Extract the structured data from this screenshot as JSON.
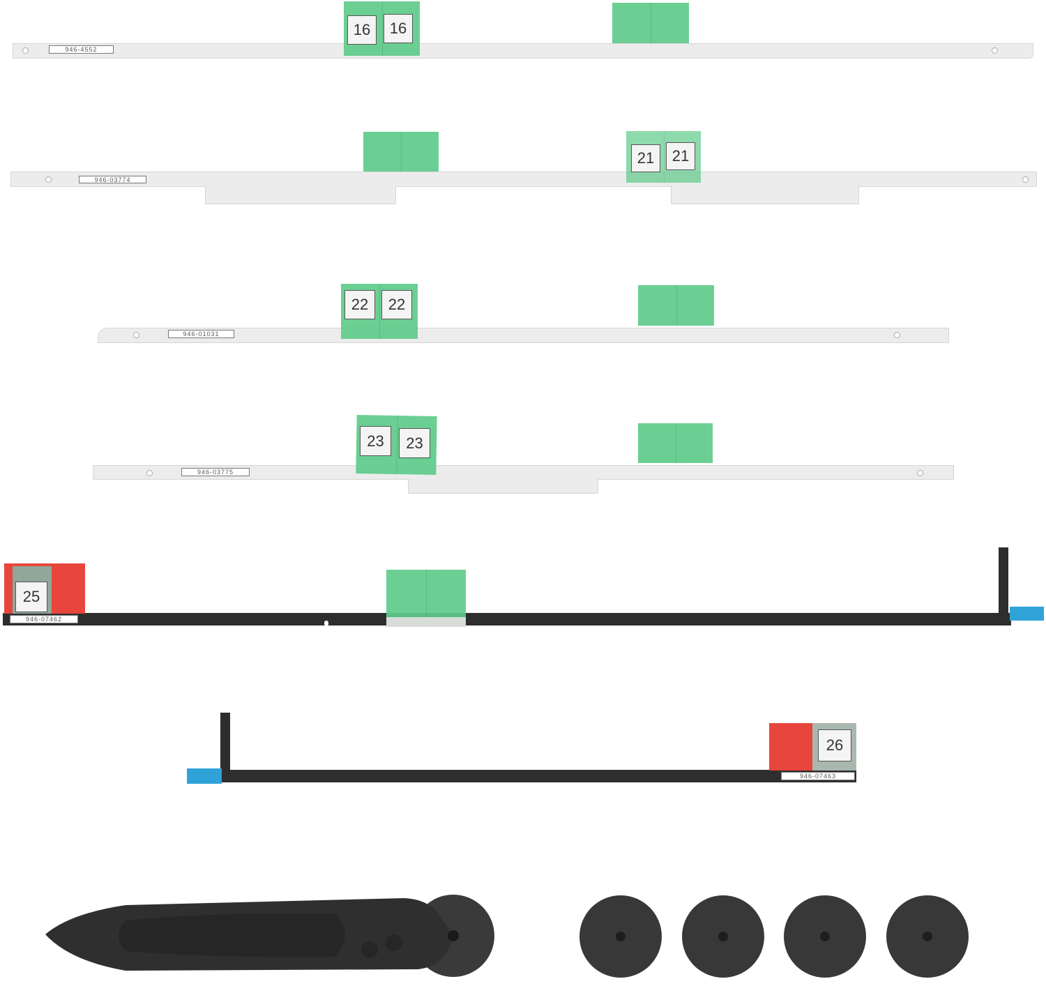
{
  "strips": [
    {
      "part_number": "946-4552",
      "tab_numbers": [
        "16",
        "16"
      ]
    },
    {
      "part_number": "946-03774",
      "tab_numbers": [
        "21",
        "21"
      ]
    },
    {
      "part_number": "946-01031",
      "tab_numbers": [
        "22",
        "22"
      ]
    },
    {
      "part_number": "946-03775",
      "tab_numbers": [
        "23",
        "23"
      ]
    },
    {
      "part_number": "946-07462",
      "tab_numbers": [
        "25"
      ]
    },
    {
      "part_number": "946-07463",
      "tab_numbers": [
        "26"
      ]
    }
  ],
  "colors": {
    "strip": "#ececec",
    "green_tab": "#5fcb8a",
    "red_tab": "#e8453c",
    "blue_tab": "#2fa3d8",
    "dark_strip": "#2e2e2e"
  }
}
